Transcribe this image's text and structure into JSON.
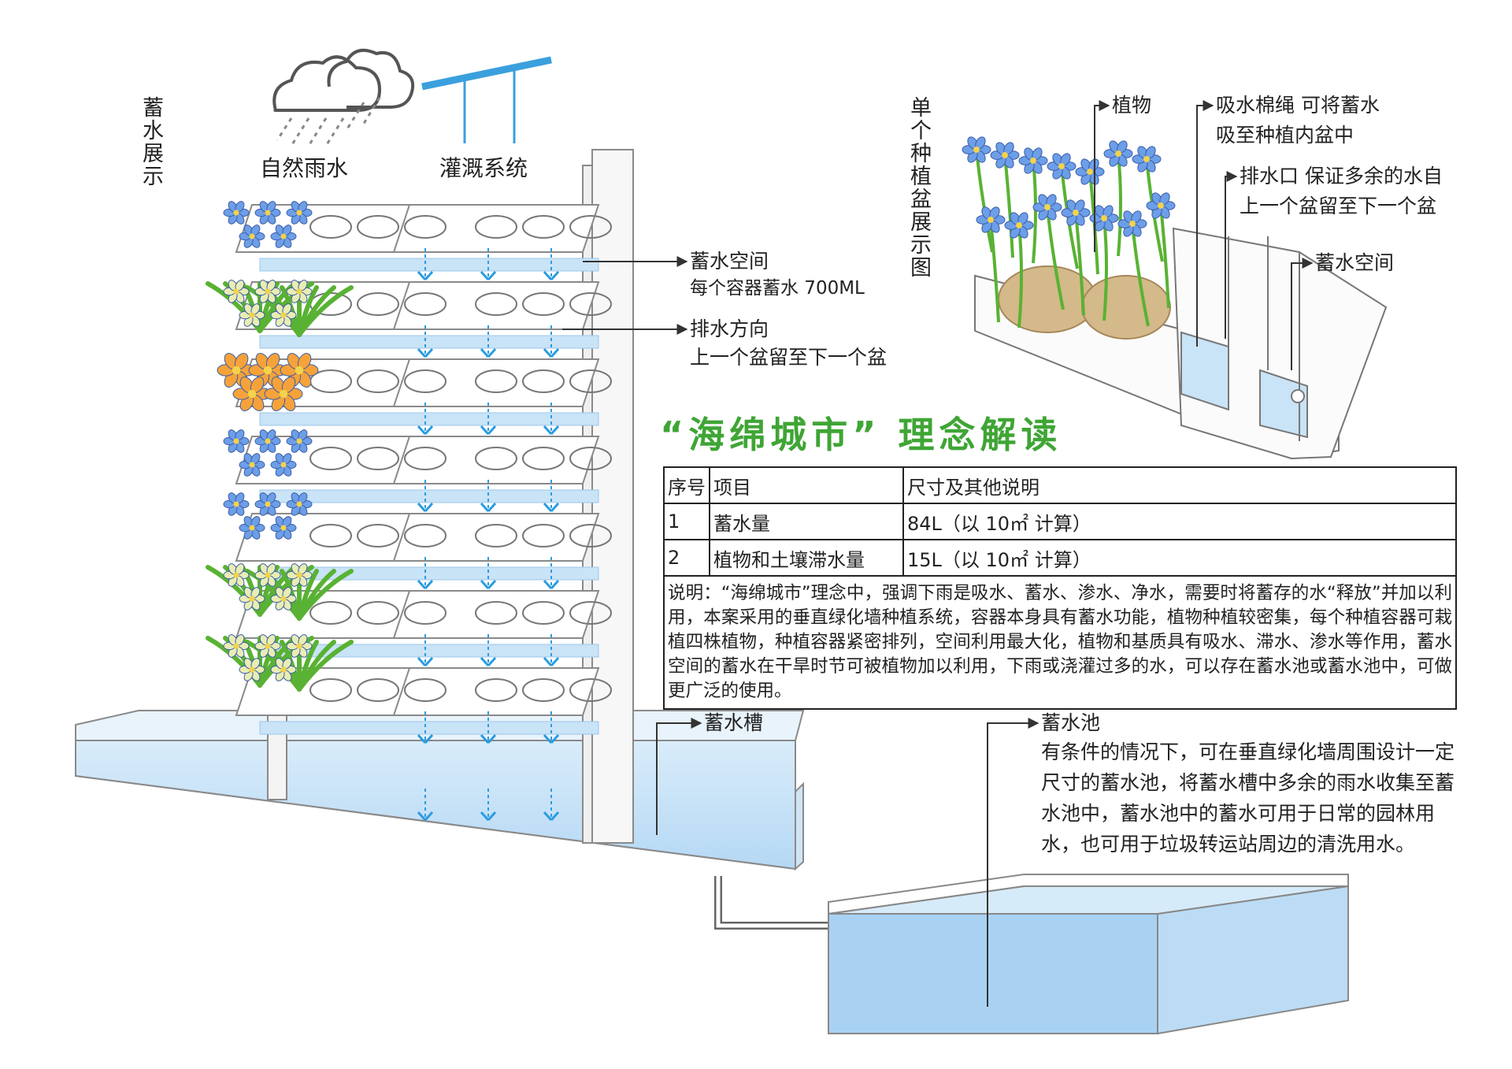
{
  "labels": {
    "storage_showcase": "蓄水展示",
    "single_pot_showcase": "单个种植盆展示图",
    "natural_rain": "自然雨水",
    "irrigation_system": "灌溉系统",
    "storage_space": "蓄水空间",
    "storage_space_note": "每个容器蓄水 700ML",
    "drain_direction": "排水方向",
    "drain_direction_note": "上一个盆留至下一个盆",
    "plant": "植物",
    "wick": "吸水棉绳  可将蓄水",
    "wick_note": "吸至种植内盆中",
    "drain_hole": "排水口  保证多余的水自",
    "drain_hole_note": "上一个盆留至下一个盆",
    "pot_storage_space": "蓄水空间",
    "trough": "蓄水槽",
    "pool": "蓄水池",
    "pool_desc": "有条件的情况下，可在垂直绿化墙周围设计一定尺寸的蓄水池，将蓄水槽中多余的雨水收集至蓄水池中，蓄水池中的蓄水可用于日常的园林用水，也可用于垃圾转运站周边的清洗用水。"
  },
  "title": "“海绵城市”  理念解读",
  "table": {
    "headers": [
      "序号",
      "项目",
      "尺寸及其他说明"
    ],
    "rows": [
      [
        "1",
        "蓄水量",
        "84L（以 10㎡ 计算）"
      ],
      [
        "2",
        "植物和土壤滞水量",
        "15L（以 10㎡ 计算）"
      ]
    ],
    "note": "说明：“海绵城市”理念中，强调下雨是吸水、蓄水、渗水、净水，需要时将蓄存的水“释放”并加以利用，本案采用的垂直绿化墙种植系统，容器本身具有蓄水功能，植物种植较密集，每个种植容器可栽植四株植物，种植容器紧密排列，空间利用最大化，植物和基质具有吸水、滞水、渗水等作用，蓄水空间的蓄水在干旱时节可被植物加以利用，下雨或浇灌过多的水，可以存在蓄水池或蓄水池中，可做更广泛的使用。"
  },
  "colors": {
    "water": "#c9e3f7",
    "water_deep": "#a9d2f2",
    "arrow_blue": "#2a9ce0",
    "title_green": "#3fa535",
    "line": "#333333",
    "frame": "#8a8a8a",
    "pipe_blue": "#3aa0dd",
    "flower_blue": "#6d9ee8",
    "flower_orange": "#f5a23a",
    "leaf": "#59b233"
  },
  "icons": [
    "cloud-rain-icon",
    "irrigation-pipe-icon",
    "flower-cluster-icon",
    "orchid-cluster-icon"
  ]
}
